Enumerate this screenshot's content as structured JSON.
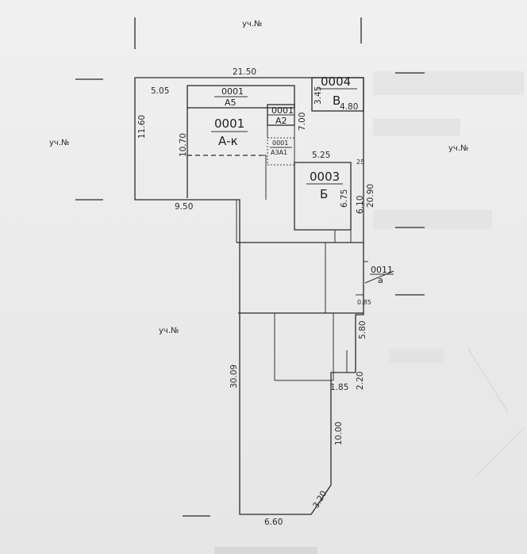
{
  "neighbors": {
    "top": "уч.№",
    "left": "уч.№",
    "right": "уч.№",
    "bottom_left": "уч.№"
  },
  "rooms": {
    "a5": {
      "code": "0001",
      "name": "А5"
    },
    "a2": {
      "code": "0001",
      "name": "А2"
    },
    "a3a1": {
      "code": "0001",
      "name": "А3А1"
    },
    "main": {
      "code": "0001",
      "name": "А-к"
    },
    "b": {
      "code": "0003",
      "name": "Б"
    },
    "v": {
      "code": "0004",
      "name": "В"
    },
    "a": {
      "code": "0011",
      "name": "а"
    }
  },
  "dimensions": {
    "top_total": "21.50",
    "top_left": "5.05",
    "left_height": "11.60",
    "main_height": "10.70",
    "a2_height": "7.00",
    "v_height": "3.45",
    "v_width": "4.80",
    "b_top": "5.25",
    "b_height": "6.75",
    "b_right": "6.10",
    "right_total": "20.90",
    "small_25": "25",
    "bottom_left": "9.50",
    "right_085": "0.85",
    "right_580": "5.80",
    "lower_length": "30.09",
    "lower_220": "2.20",
    "lower_185": "1.85",
    "lower_1000": "10.00",
    "corner_320": "3.20",
    "bottom_width": "6.60"
  }
}
